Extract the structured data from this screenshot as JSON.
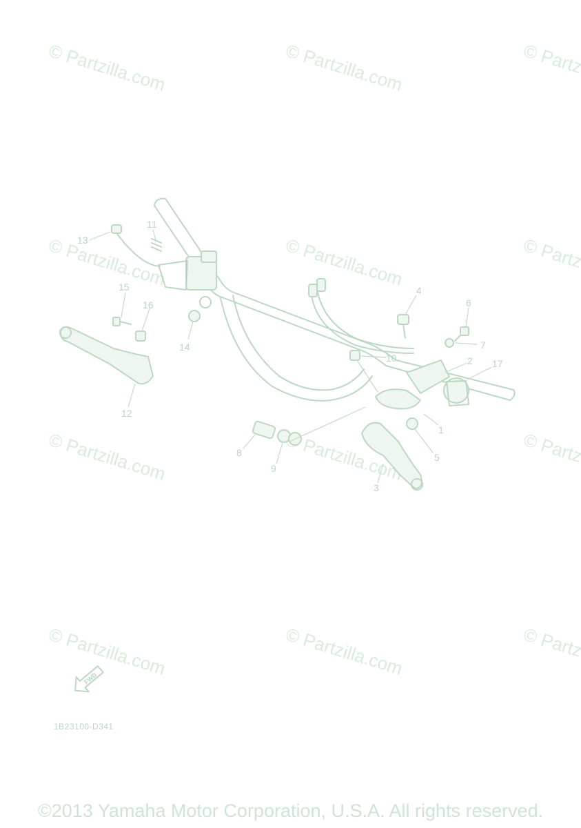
{
  "watermark": "© Partzilla.com",
  "diagram_code": "1B23100-D341",
  "fwd_label": "FWD",
  "copyright": "©2013 Yamaha Motor Corporation, U.S.A. All rights reserved.",
  "callouts": {
    "c1": "1",
    "c2": "2",
    "c3": "3",
    "c4": "4",
    "c5": "5",
    "c6": "6",
    "c7": "7",
    "c8": "8",
    "c9": "9",
    "c10": "10",
    "c11": "11",
    "c12": "12",
    "c13": "13",
    "c14": "14",
    "c15": "15",
    "c16": "16",
    "c17": "17"
  },
  "colors": {
    "line": "#bcd8c3",
    "watermark": "#d9ecdc"
  }
}
